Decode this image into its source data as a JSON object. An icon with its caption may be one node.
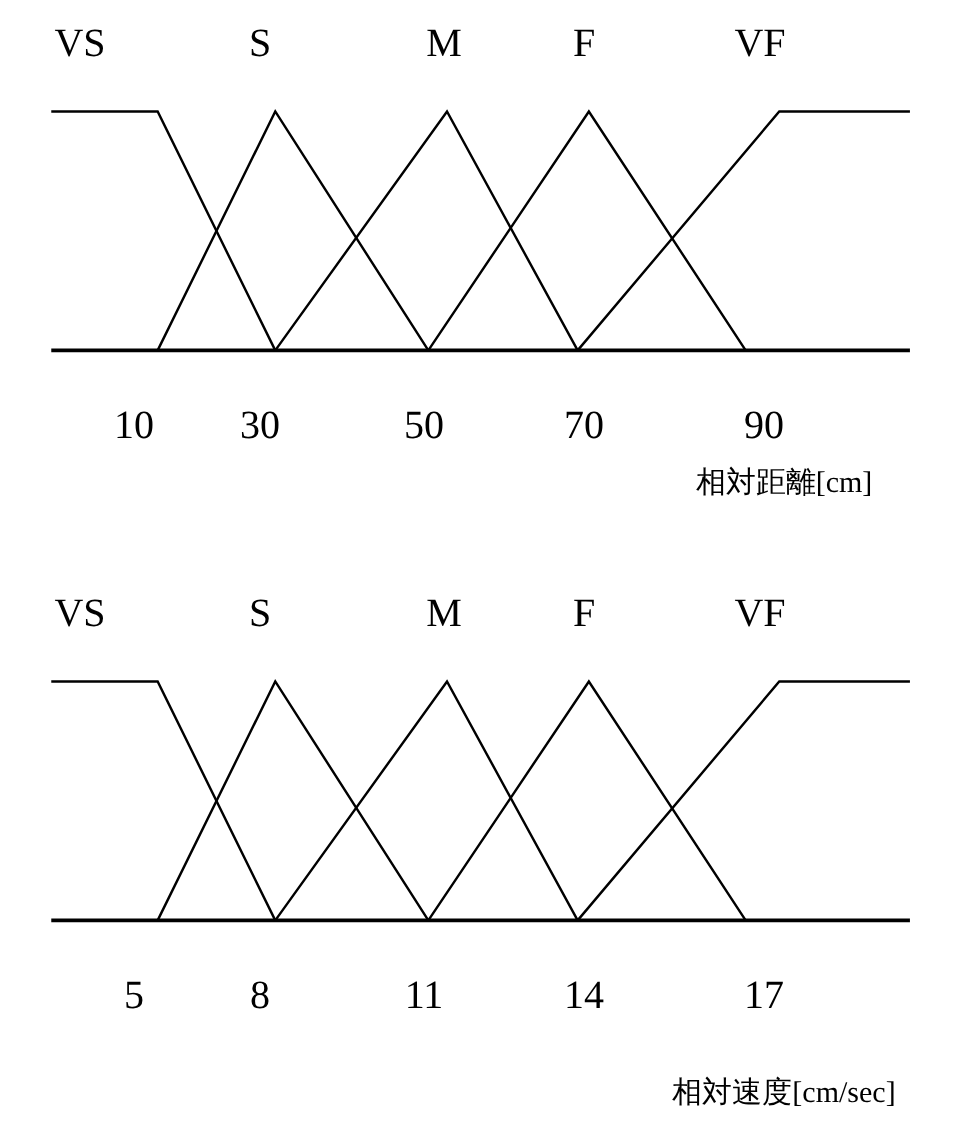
{
  "diagram": {
    "labels": [
      "VS",
      "S",
      "M",
      "F",
      "VF",
      "10",
      "30",
      "50",
      "70",
      "90",
      "相対距離[cm]",
      "VS",
      "S",
      "M",
      "F",
      "VF",
      "5",
      "8",
      "11",
      "14",
      "17",
      "相対速度[cm/sec]"
    ]
  }
}
